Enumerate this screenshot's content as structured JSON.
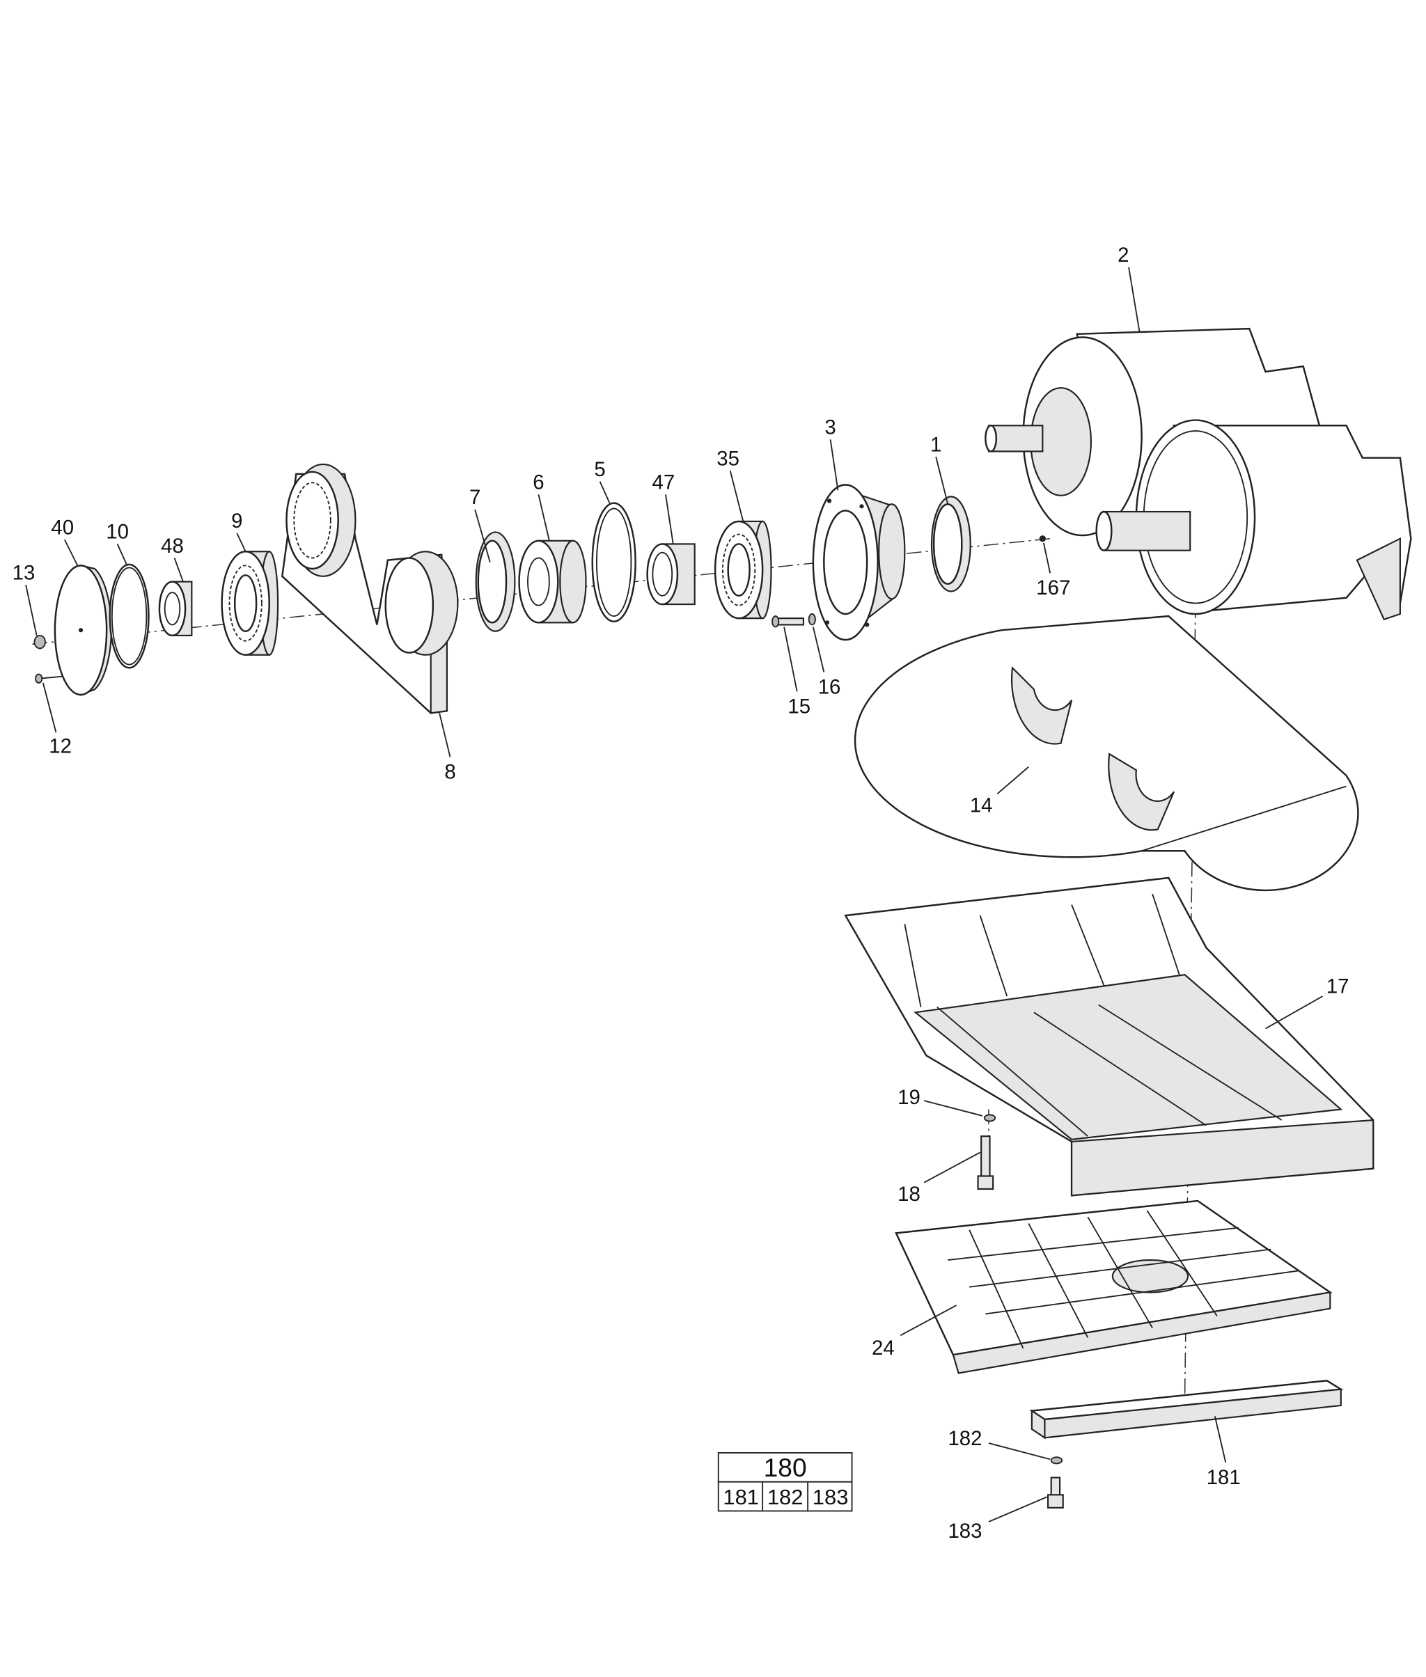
{
  "diagram": {
    "type": "exploded parts assembly",
    "callouts": {
      "p1": "1",
      "p2": "2",
      "p3": "3",
      "p5": "5",
      "p6": "6",
      "p7": "7",
      "p8": "8",
      "p9": "9",
      "p10": "10",
      "p12": "12",
      "p13": "13",
      "p14": "14",
      "p15": "15",
      "p16": "16",
      "p17": "17",
      "p18": "18",
      "p19": "19",
      "p24": "24",
      "p35": "35",
      "p40": "40",
      "p47": "47",
      "p48": "48",
      "p167": "167",
      "p181": "181",
      "p182": "182",
      "p183": "183"
    },
    "kit_table": {
      "header": "180",
      "items": [
        "181",
        "182",
        "183"
      ]
    }
  }
}
